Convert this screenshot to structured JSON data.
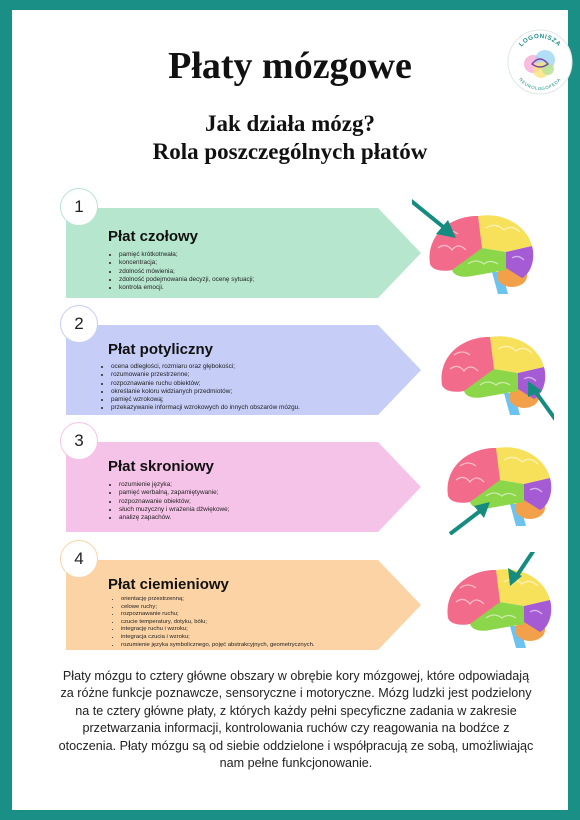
{
  "title": "Płaty mózgowe",
  "subtitle_line1": "Jak działa mózg?",
  "subtitle_line2": "Rola poszczególnych płatów",
  "logo": {
    "top_text": "LOGONISZA",
    "bottom_text": "NEUROLOGOPEDA"
  },
  "colors": {
    "frame": "#1a8f86",
    "green": "#b7e6cf",
    "blue": "#c6cdf7",
    "pink": "#f6c3e8",
    "orange": "#fbd3a5",
    "arrow": "#168c80"
  },
  "sections": [
    {
      "num": "1",
      "title": "Płat czołowy",
      "items": [
        "pamięć krótkotrwała;",
        "koncentracja;",
        "zdolność mówienia;",
        "zdolność podejmowania decyzji, ocenę sytuacji;",
        "kontrola emocji."
      ]
    },
    {
      "num": "2",
      "title": "Płat potyliczny",
      "items": [
        "ocena odległości, rozmiaru oraz głębokości;",
        "rozumowanie przestrzenne;",
        "rozpoznawanie ruchu obiektów;",
        "określanie koloru widzianych przedmiotów;",
        "pamięć wzrokową;",
        "przekazywanie informacji wzrokowych do innych obszarów mózgu."
      ]
    },
    {
      "num": "3",
      "title": "Płat skroniowy",
      "items": [
        "rozumienie języka;",
        "pamięć werbalną, zapamiętywanie;",
        "rozpoznawanie obiektów;",
        "słuch muzyczny i wrażenia dźwiękowe;",
        "analizę zapachów."
      ]
    },
    {
      "num": "4",
      "title": "Płat ciemieniowy",
      "items": [
        "orientację przestrzenną;",
        "celowe ruchy;",
        "rozpoznawanie ruchu;",
        "czucie temperatury, dotyku, bólu;",
        "integrację ruchu i wzroku;",
        "integracja czucia i wzroku;",
        "rozumienie języka symbolicznego, pojęć abstrakcyjnych, geometrycznych."
      ]
    }
  ],
  "description": "Płaty mózgu to cztery główne obszary w obrębie kory mózgowej, które odpowiadają za różne funkcje poznawcze, sensoryczne i motoryczne. Mózg ludzki jest podzielony na te cztery główne płaty, z których każdy pełni specyficzne zadania w zakresie przetwarzania informacji, kontrolowania ruchów czy reagowania na bodźce z otoczenia. Płaty mózgu są od siebie oddzielone i współpracują ze sobą, umożliwiając nam pełne funkcjonowanie."
}
